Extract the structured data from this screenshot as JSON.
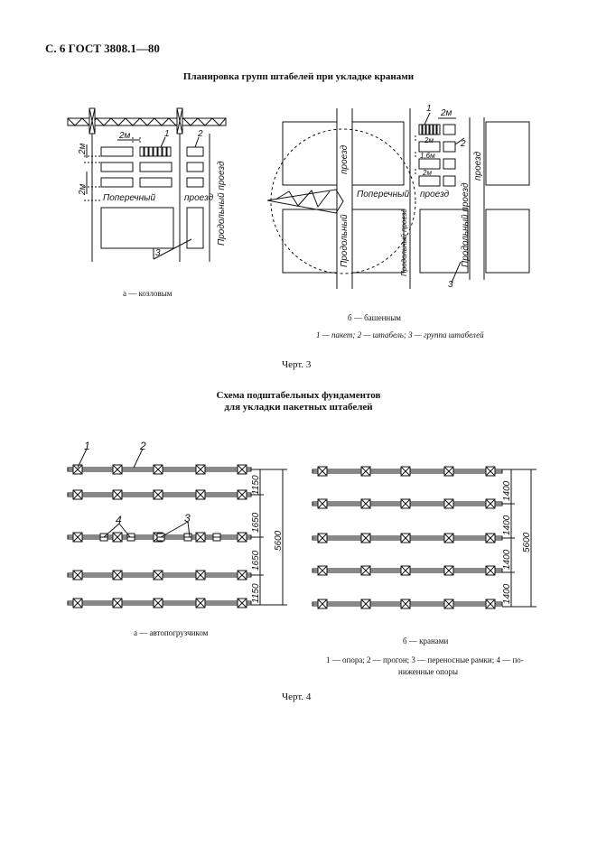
{
  "header": "С. 6 ГОСТ 3808.1—80",
  "chart3": {
    "title": "Планировка групп штабелей при укладке кранами",
    "left": {
      "dim1": "2м",
      "dim2": "2м",
      "dim3": "2м",
      "label1": "1",
      "label2": "2",
      "label3": "3",
      "road_cross_1": "Поперечный",
      "road_cross_2": "проезд",
      "road_long": "Продольный проезд",
      "caption": "а — козловым"
    },
    "right": {
      "dim1": "2м",
      "dim2": "2м",
      "dim3": "1,6м",
      "dim4": "2м",
      "label1": "1",
      "label2": "2",
      "label3": "3",
      "road_v1": "проезд",
      "road_cross_1": "Поперечный",
      "road_cross_2": "проезд",
      "road_long_1": "Продольный",
      "road_long_2": "Продольный проезд",
      "road_long_3": "Продольный проезд",
      "road_v2": "проезд",
      "caption": "б — башенным"
    },
    "legend": "1 — пакет; 2 — штабель; 3 — группа штабелей",
    "figure_label": "Черт. 3"
  },
  "chart4": {
    "title_line1": "Схема подштабельных фундаментов",
    "title_line2": "для укладки пакетных штабелей",
    "left": {
      "label1": "1",
      "label2": "2",
      "label3": "3",
      "label4": "4",
      "dims": [
        "1150",
        "1650",
        "1650",
        "1150"
      ],
      "total": "5600",
      "caption": "а — автопогрузчиком"
    },
    "right": {
      "dims": [
        "1400",
        "1400",
        "1400",
        "1400"
      ],
      "total": "5600",
      "caption": "б — кранами"
    },
    "legend_line1": "1 — опора; 2 — прогон; 3 — переносные рамки; 4 — по-",
    "legend_line2": "ниженные опоры",
    "figure_label": "Черт. 4"
  }
}
